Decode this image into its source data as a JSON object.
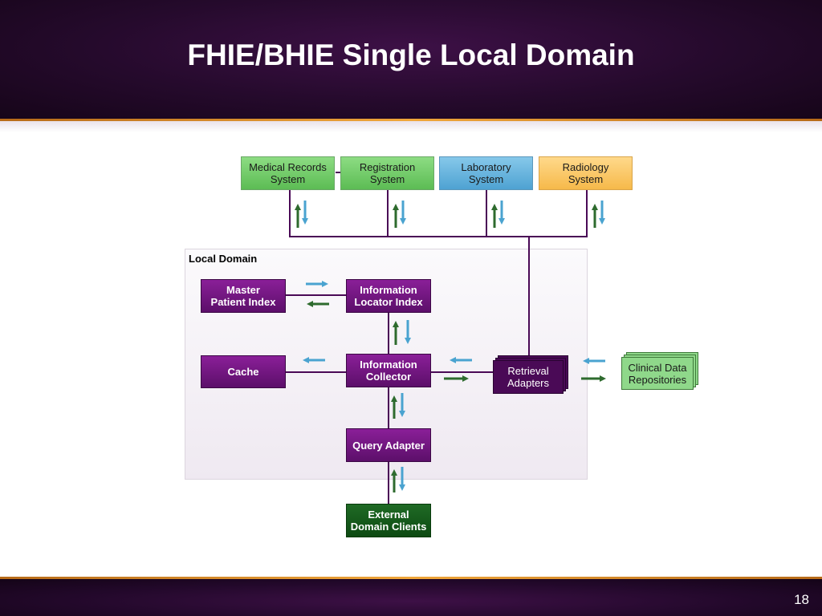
{
  "slide": {
    "title": "FHIE/BHIE Single Local Domain",
    "page_number": "18"
  },
  "systems": [
    {
      "label": "Medical Records System",
      "line1": "Medical Records",
      "line2": "System",
      "color": "#6ccb63"
    },
    {
      "label": "Registration System",
      "line1": "Registration",
      "line2": "System",
      "color": "#6ccb63"
    },
    {
      "label": "Laboratory System",
      "line1": "Laboratory",
      "line2": "System",
      "color": "#5eaedb"
    },
    {
      "label": "Radiology System",
      "line1": "Radiology",
      "line2": "System",
      "color": "#f7c25a"
    }
  ],
  "local_domain": {
    "label": "Local Domain",
    "master_patient_index": {
      "line1": "Master",
      "line2": "Patient Index"
    },
    "information_locator_index": {
      "line1": "Information",
      "line2": "Locator Index"
    },
    "cache": {
      "label": "Cache"
    },
    "information_collector": {
      "line1": "Information",
      "line2": "Collector"
    },
    "query_adapter": {
      "label": "Query Adapter"
    }
  },
  "retrieval_adapters": {
    "line1": "Retrieval",
    "line2": "Adapters"
  },
  "clinical_data_repositories": {
    "line1": "Clinical Data",
    "line2": "Repositories"
  },
  "external_domain_clients": {
    "line1": "External",
    "line2": "Domain Clients"
  },
  "colors": {
    "purple": "#6a1478",
    "dark_green": "#155e1a",
    "arrow_green": "#2e6b2e",
    "arrow_blue": "#4aa3d0",
    "connector": "#4a0a56",
    "header_accent": "#e89a2e"
  }
}
